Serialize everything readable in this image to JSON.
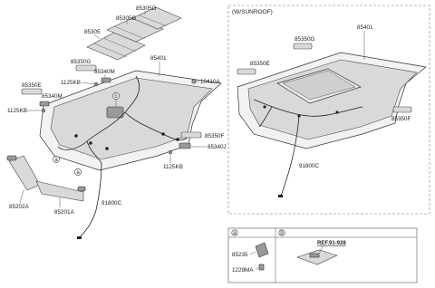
{
  "labels": {
    "p85305g": "85305G",
    "p85305g_b": "85305G",
    "p85305": "85305",
    "p85401": "85401",
    "p85350g": "85350G",
    "p85340m_top": "85340M",
    "p1125kb_a": "1125KB",
    "p85350e": "85350E",
    "p85340m_left": "85340M",
    "p1125kb_b": "1125KB",
    "p10410a": "10410A",
    "p85350f": "85350F",
    "p85340j": "85340J",
    "p1125kb_c": "1125KB",
    "p85202a": "85202A",
    "p85201a": "85201A",
    "p91800c": "91800C"
  },
  "sunroof": {
    "title": "(W/SUNROOF)",
    "p85401": "85401",
    "p85350g": "85350G",
    "p85350e": "85350E",
    "p85350f": "85350F",
    "p91800c": "91800C"
  },
  "callouts": {
    "a": "a",
    "b": "b"
  },
  "legend": {
    "a_mark": "a",
    "b_mark": "b",
    "p85235": "85235",
    "p1229ma": "1229MA",
    "ref": "REF.91-928"
  }
}
